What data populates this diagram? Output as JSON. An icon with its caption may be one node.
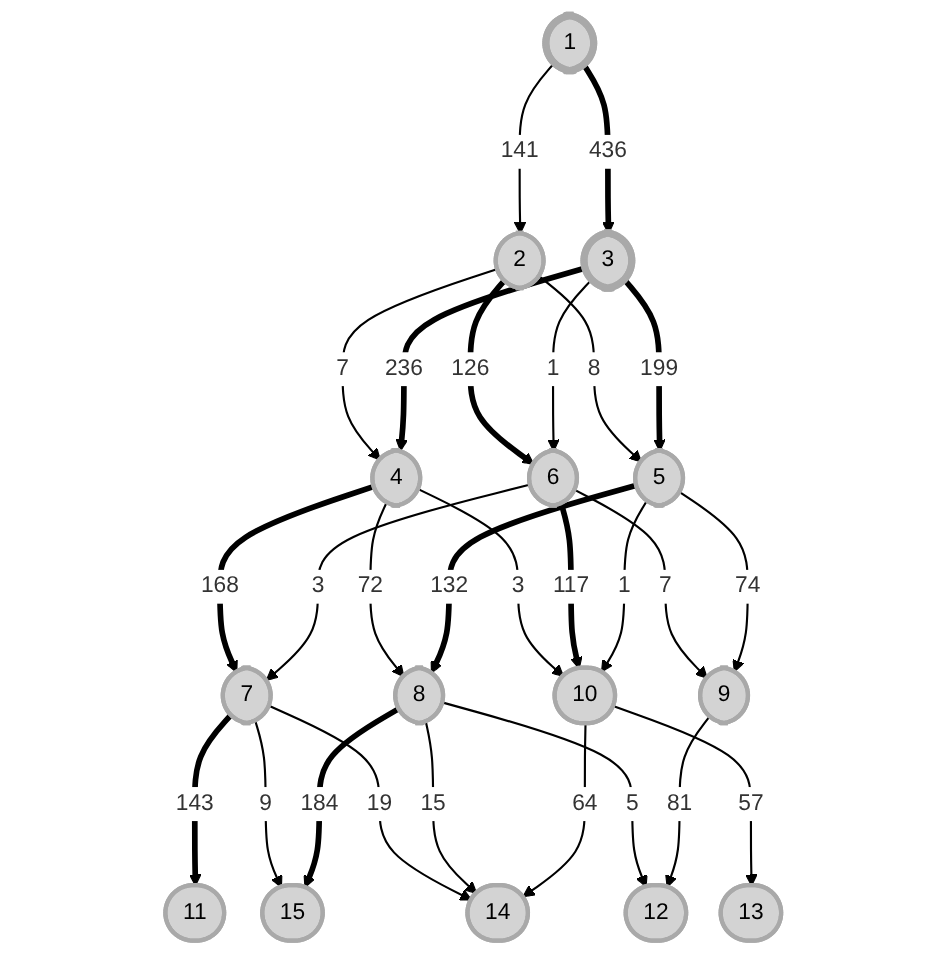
{
  "diagram": {
    "nodes": [
      {
        "text": [
          "1"
        ]
      },
      {
        "text": [
          "2"
        ]
      },
      {
        "text": [
          "3"
        ]
      },
      {
        "text": [
          "4"
        ]
      },
      {
        "text": [
          "6"
        ]
      },
      {
        "text": [
          "5"
        ]
      },
      {
        "text": [
          "7"
        ]
      },
      {
        "text": [
          "8"
        ]
      },
      {
        "text": [
          "10"
        ]
      },
      {
        "text": [
          "9"
        ]
      },
      {
        "text": [
          "11"
        ]
      },
      {
        "text": [
          "15"
        ]
      },
      {
        "text": [
          "14"
        ]
      },
      {
        "text": [
          "13"
        ]
      },
      {
        "text": [
          "12"
        ]
      }
    ],
    "edges": [
      {
        "from": 0,
        "to": 1,
        "arrow": "to",
        "label": "141"
      },
      {
        "from": 0,
        "to": 2,
        "arrow": "to",
        "label": "436",
        "style": "thick"
      },
      {
        "from": 1,
        "to": 3,
        "arrow": "to",
        "label": "7"
      },
      {
        "from": 1,
        "to": 4,
        "arrow": "to",
        "label": "126",
        "style": "thick"
      },
      {
        "from": 1,
        "to": 5,
        "arrow": "to",
        "label": "8"
      },
      {
        "from": 2,
        "to": 3,
        "arrow": "to",
        "label": "236",
        "style": "thick"
      },
      {
        "from": 2,
        "to": 4,
        "arrow": "to",
        "label": "1"
      },
      {
        "from": 2,
        "to": 5,
        "arrow": "to",
        "label": "199",
        "style": "thick"
      },
      {
        "from": 3,
        "to": 6,
        "arrow": "to",
        "label": "168",
        "style": "thick"
      },
      {
        "from": 3,
        "to": 7,
        "arrow": "to",
        "label": "72"
      },
      {
        "from": 3,
        "to": 8,
        "arrow": "to",
        "label": "3"
      },
      {
        "from": 4,
        "to": 6,
        "arrow": "to",
        "label": "3"
      },
      {
        "from": 4,
        "to": 8,
        "arrow": "to",
        "label": "117",
        "style": "thick"
      },
      {
        "from": 4,
        "to": 9,
        "arrow": "to",
        "label": "7"
      },
      {
        "from": 5,
        "to": 7,
        "arrow": "to",
        "label": "132",
        "style": "thick"
      },
      {
        "from": 5,
        "to": 8,
        "arrow": "to",
        "label": "1"
      },
      {
        "from": 5,
        "to": 9,
        "arrow": "to",
        "label": "74"
      },
      {
        "from": 6,
        "to": 10,
        "arrow": "to",
        "label": "143",
        "style": "thick"
      },
      {
        "from": 6,
        "to": 11,
        "arrow": "to",
        "label": "9"
      },
      {
        "from": 6,
        "to": 12,
        "arrow": "to",
        "label": "19"
      },
      {
        "from": 7,
        "to": 11,
        "arrow": "to",
        "label": "184",
        "style": "thick"
      },
      {
        "from": 7,
        "to": 12,
        "arrow": "to",
        "label": "15"
      },
      {
        "from": 7,
        "to": 14,
        "arrow": "to",
        "label": "5"
      },
      {
        "from": 8,
        "to": 12,
        "arrow": "to",
        "label": "64"
      },
      {
        "from": 8,
        "to": 13,
        "arrow": "to",
        "label": "57"
      },
      {
        "from": 9,
        "to": 14,
        "arrow": "to",
        "label": "81"
      }
    ]
  }
}
